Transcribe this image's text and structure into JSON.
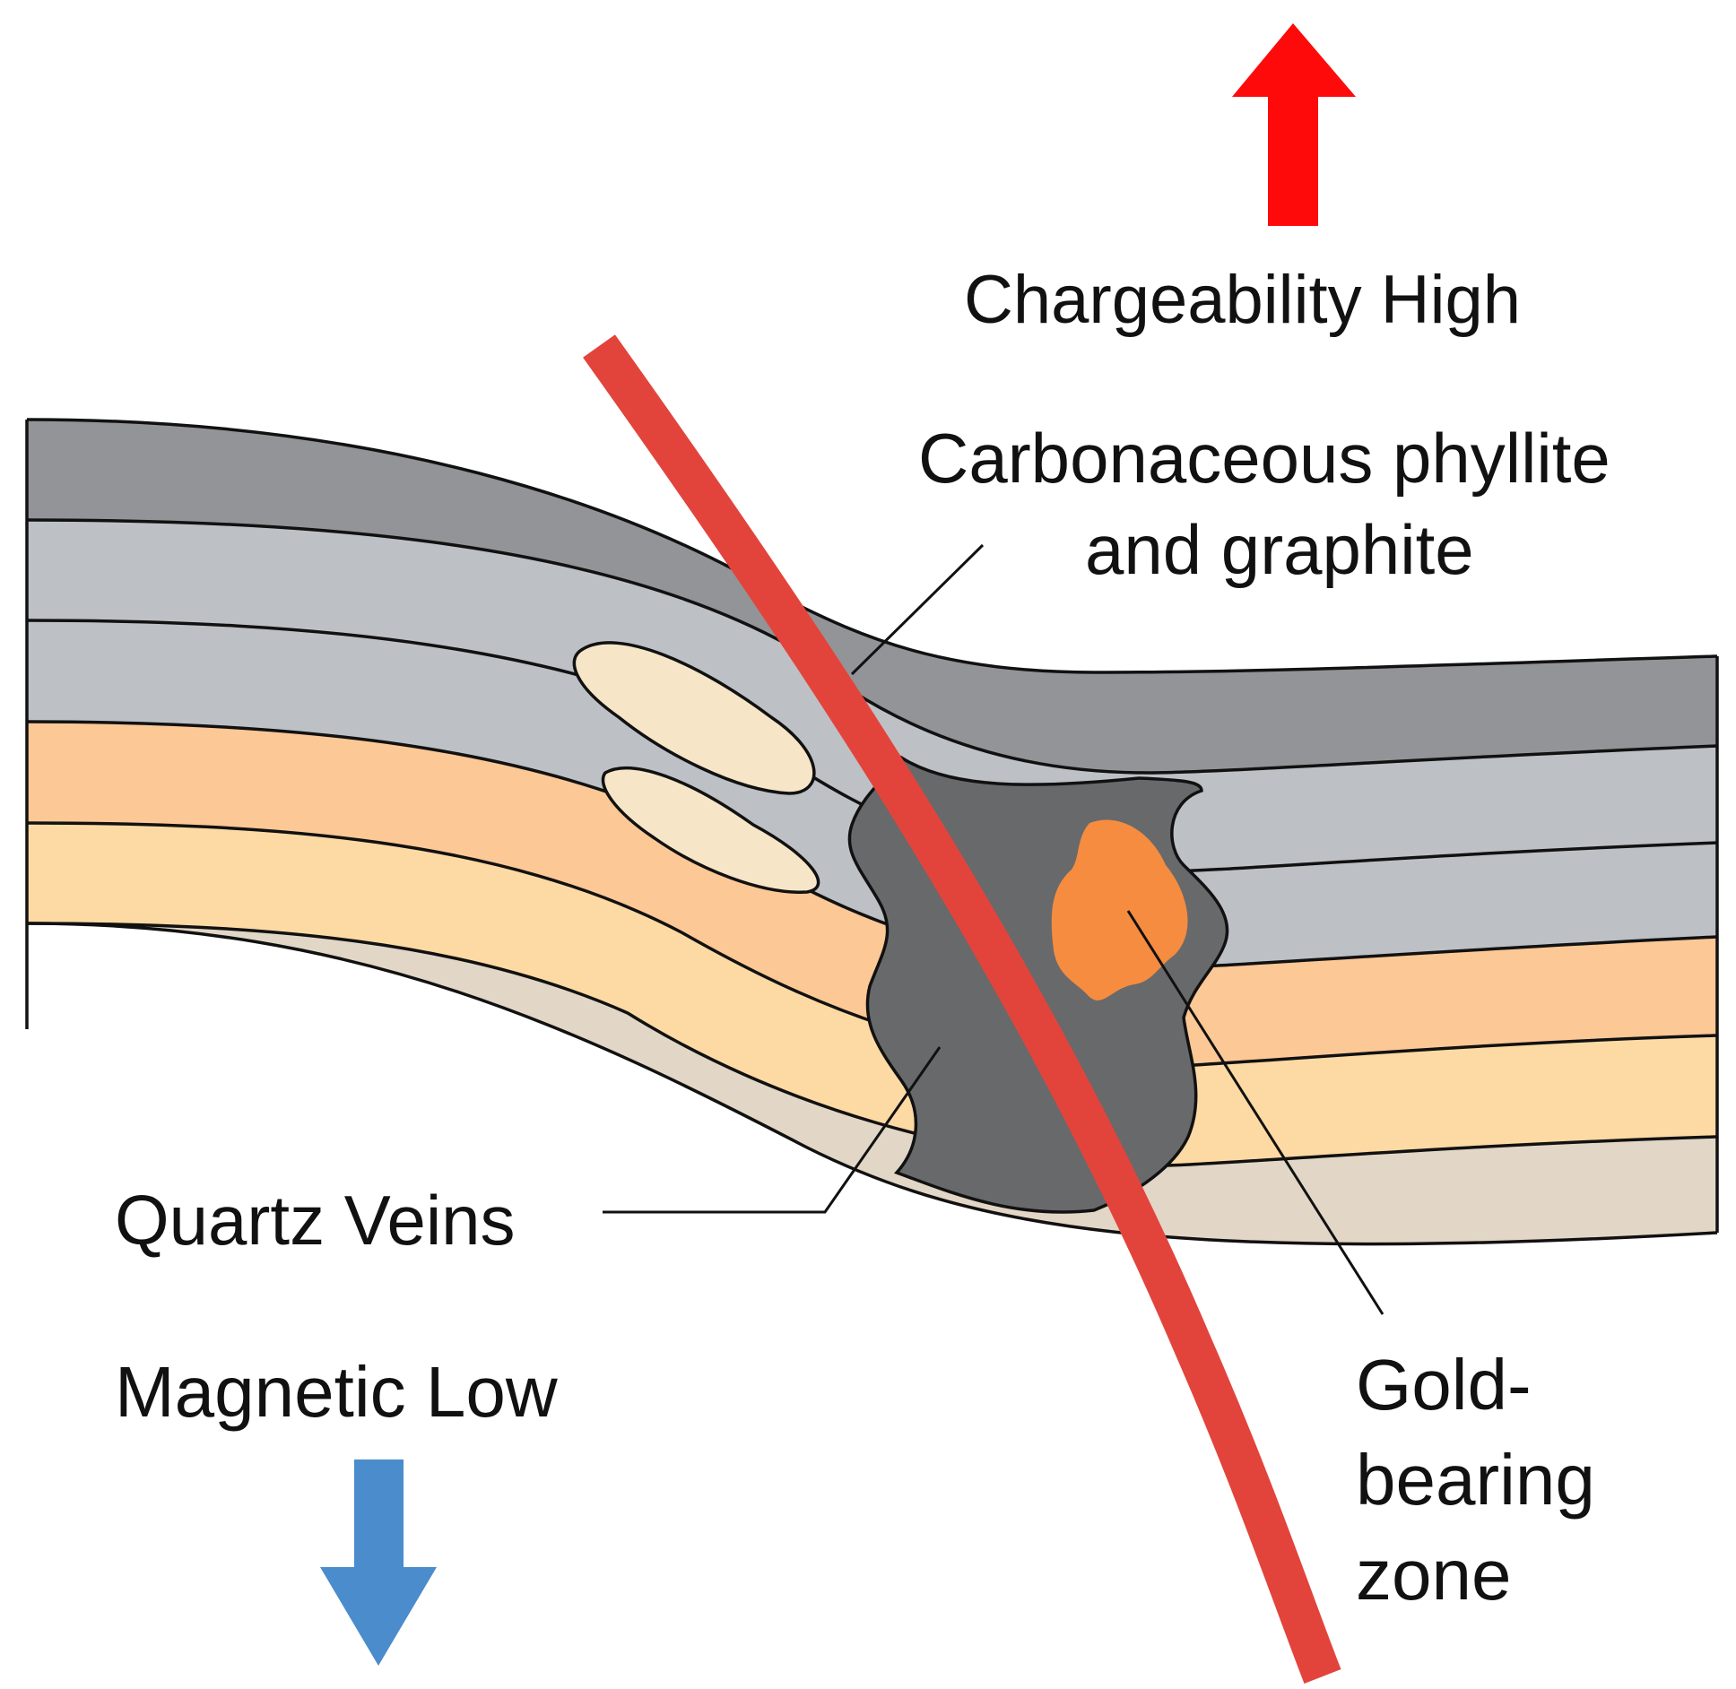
{
  "labels": {
    "chargeability": "Chargeability High",
    "carbonaceous_line1": "Carbonaceous phyllite",
    "carbonaceous_line2": "and graphite",
    "quartz": "Quartz Veins",
    "magnetic": "Magnetic Low",
    "gold_line1": "Gold-",
    "gold_line2": "bearing",
    "gold_line3": "zone"
  },
  "colors": {
    "arrow_up": "#ff0a0a",
    "arrow_down": "#4a8ccc",
    "fault": "#e2443c",
    "graphite_zone": "#68696b",
    "gold_zone": "#f58c40",
    "quartz_vein": "#f7e5c8",
    "bed_top": "#939497",
    "bed_grey_light": "#bdc1c5",
    "bed_orange": "#fcc896",
    "bed_yellow": "#fddaa4",
    "bed_tan": "#e2d6c6"
  }
}
